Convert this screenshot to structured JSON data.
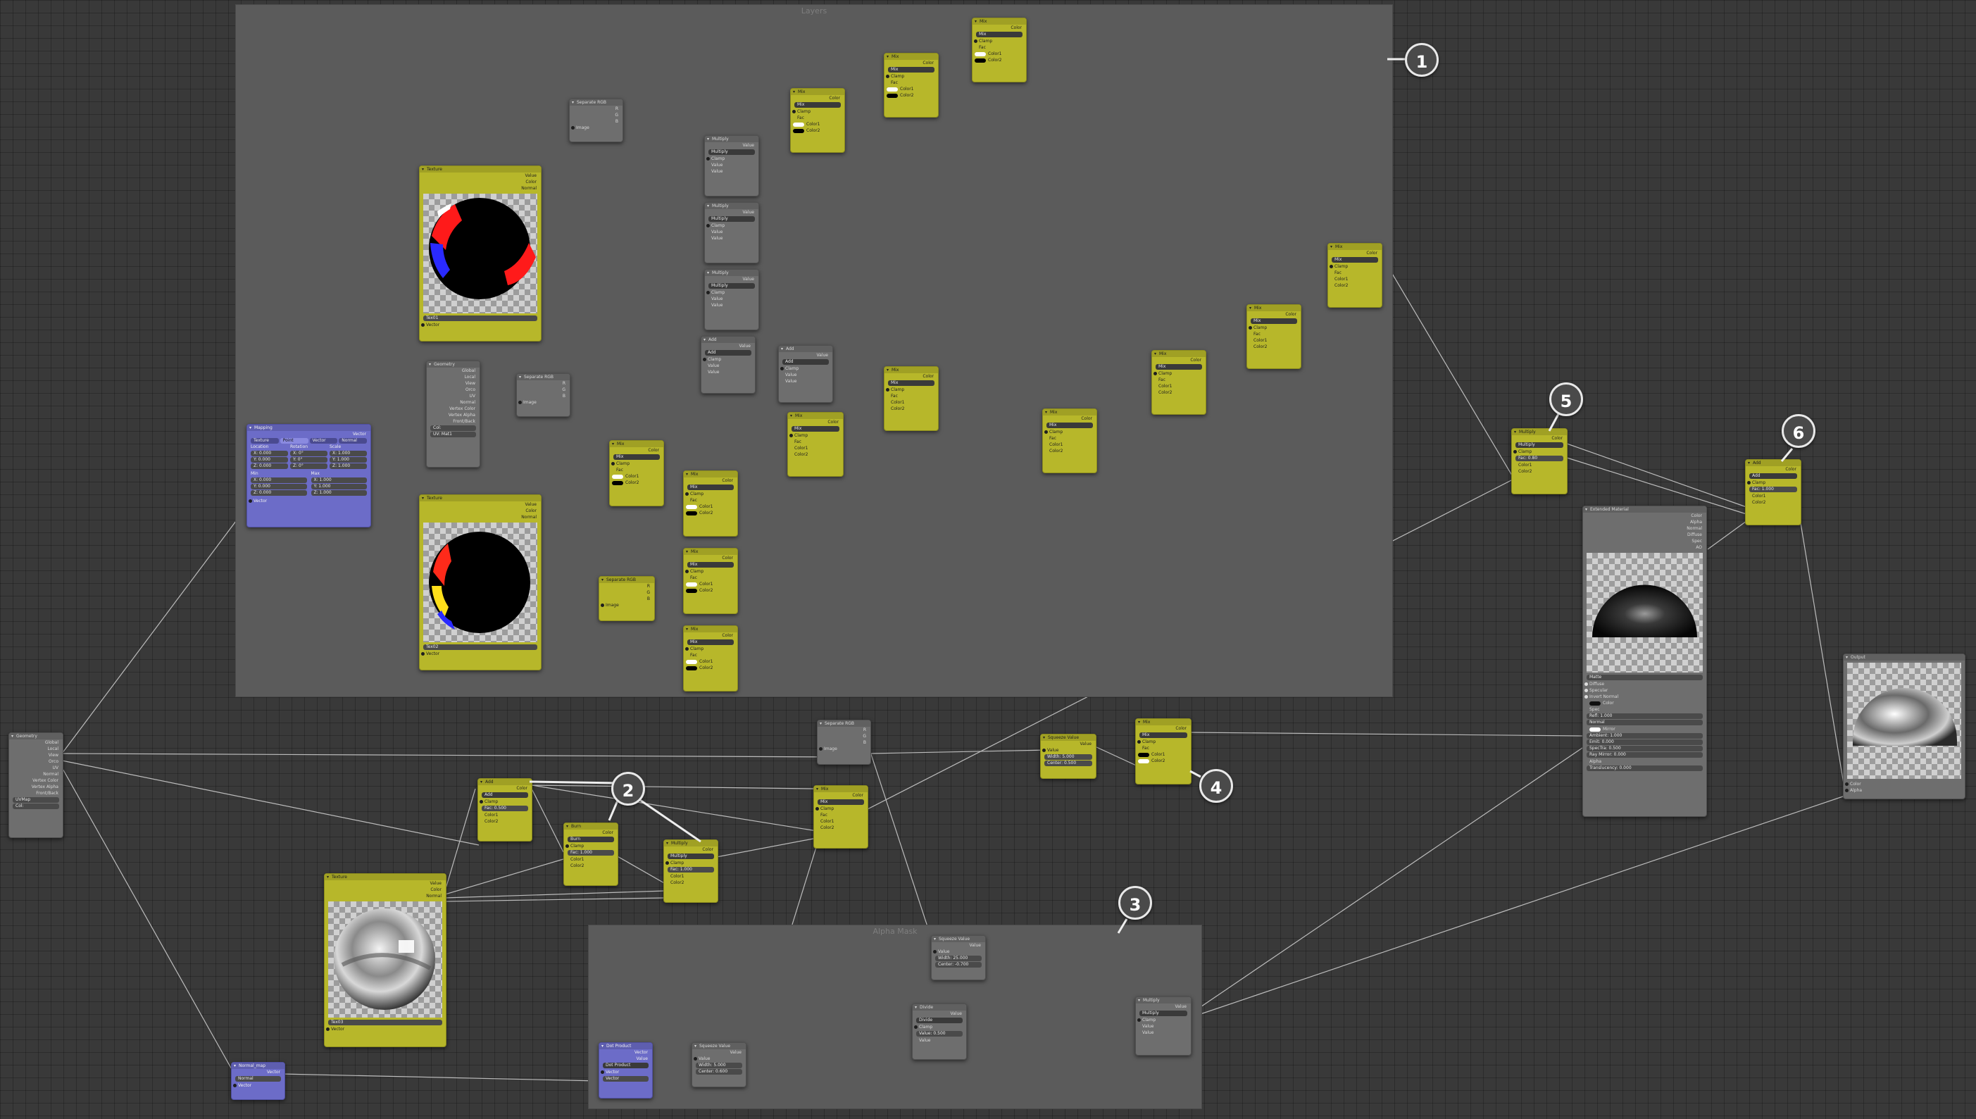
{
  "frames": {
    "layers": {
      "label": "Layers"
    },
    "alpha_mask": {
      "label": "Alpha Mask"
    }
  },
  "badges": [
    "1",
    "2",
    "3",
    "4",
    "5",
    "6"
  ],
  "mapping_node": {
    "title": "Mapping",
    "output": "Vector",
    "tabs": [
      "Texture",
      "Point",
      "Vector",
      "Normal"
    ],
    "col_headers": [
      "Location",
      "Rotation",
      "Scale"
    ],
    "loc": [
      "X: 0.000",
      "Y: 0.000",
      "Z: 0.000"
    ],
    "rot": [
      "X: 0°",
      "Y: 0°",
      "Z: 0°"
    ],
    "scale": [
      "X: 1.000",
      "Y: 1.000",
      "Z: 1.000"
    ],
    "min_label": "Min",
    "max_label": "Max",
    "min": [
      "X: 0.000",
      "Y: 0.000",
      "Z: 0.000"
    ],
    "max": [
      "X: 1.000",
      "Y: 1.000",
      "Z: 1.000"
    ],
    "input": "Vector"
  },
  "texture_node_1": {
    "title": "Texture",
    "outputs": [
      "Value",
      "Color",
      "Normal"
    ],
    "field": "Tex01",
    "input": "Vector"
  },
  "texture_node_2": {
    "title": "Texture",
    "outputs": [
      "Value",
      "Color",
      "Normal"
    ],
    "field": "Tex02",
    "input": "Vector"
  },
  "texture_node_3": {
    "title": "Texture",
    "outputs": [
      "Value",
      "Color",
      "Normal"
    ],
    "field": "Tex03",
    "input": "Vector"
  },
  "geometry_node_1": {
    "title": "Geometry",
    "outputs": [
      "Global",
      "Local",
      "View",
      "Orco",
      "UV",
      "Normal",
      "Vertex Color",
      "Vertex Alpha",
      "Front/Back"
    ],
    "field": "Col:",
    "field2": "UV: Mat1"
  },
  "geometry_node_2": {
    "title": "Geometry",
    "outputs": [
      "Global",
      "Local",
      "View",
      "Orco",
      "UV",
      "Normal",
      "Vertex Color",
      "Vertex Alpha",
      "Front/Back"
    ],
    "field": "UVMap",
    "field2": "Col:"
  },
  "separate_rgb": {
    "title": "Separate RGB",
    "outputs": [
      "R",
      "G",
      "B"
    ],
    "input": "Image"
  },
  "mix": {
    "title": "Mix",
    "output": "Color",
    "mode": "Mix",
    "clamp": "Clamp",
    "inputs": [
      "Fac",
      "Color1",
      "Color2"
    ]
  },
  "multiply_math": {
    "title": "Multiply",
    "output": "Value",
    "mode": "Multiply",
    "clamp": "Clamp",
    "inputs": [
      "Value",
      "Value"
    ]
  },
  "add_math": {
    "title": "Add",
    "output": "Value",
    "mode": "Add",
    "clamp": "Clamp",
    "inputs": [
      "Value",
      "Value"
    ]
  },
  "add_mix": {
    "title": "Add",
    "output": "Color",
    "mode": "Add",
    "clamp": "Clamp",
    "fac": "Fac: 0.500",
    "inputs": [
      "Color1",
      "Color2"
    ]
  },
  "burn_mix": {
    "title": "Burn",
    "output": "Color",
    "mode": "Burn",
    "clamp": "Clamp",
    "fac": "Fac: 1.000",
    "inputs": [
      "Color1",
      "Color2"
    ]
  },
  "multiply_mix": {
    "title": "Multiply",
    "output": "Color",
    "mode": "Multiply",
    "clamp": "Clamp",
    "fac": "Fac: 1.000",
    "inputs": [
      "Color1",
      "Color2"
    ]
  },
  "multiply_mix_5": {
    "title": "Multiply",
    "output": "Color",
    "mode": "Multiply",
    "clamp": "Clamp",
    "fac": "Fac: 0.80",
    "inputs": [
      "Color1",
      "Color2"
    ]
  },
  "add_mix_6": {
    "title": "Add",
    "output": "Color",
    "mode": "Add",
    "clamp": "Clamp",
    "fac": "Fac: 1.000",
    "inputs": [
      "Color1",
      "Color2"
    ]
  },
  "squeeze_value_4": {
    "title": "Squeeze Value",
    "output": "Value",
    "inputs": [
      "Value"
    ],
    "width": "Width: 5.000",
    "center": "Center: 0.500"
  },
  "mix_4": {
    "title": "Mix",
    "output": "Color",
    "mode": "Mix",
    "clamp": "Clamp",
    "inputs": [
      "Fac",
      "Color1",
      "Color2"
    ]
  },
  "squeeze_value_a": {
    "title": "Squeeze Value",
    "output": "Value",
    "inputs": [
      "Value"
    ],
    "width": "Width: 25.000",
    "center": "Center: -0.700"
  },
  "squeeze_value_b": {
    "title": "Squeeze Value",
    "output": "Value",
    "inputs": [
      "Value"
    ],
    "width": "Width: 5.000",
    "center": "Center: 0.600"
  },
  "divide_math": {
    "title": "Divide",
    "output": "Value",
    "mode": "Divide",
    "clamp": "Clamp",
    "inputs": [
      "Value"
    ],
    "value_field": "Value: 0.500"
  },
  "multiply_alpha": {
    "title": "Multiply",
    "output": "Value",
    "mode": "Multiply",
    "clamp": "Clamp",
    "inputs": [
      "Value",
      "Value"
    ]
  },
  "dot_product": {
    "title": "Dot Product",
    "outputs": [
      "Vector",
      "Value"
    ],
    "mode": "Dot Product",
    "inputs": [
      "Vector"
    ],
    "field": "Vector"
  },
  "normal_node": {
    "title": "Normal_map",
    "output": "Vector",
    "field": "Normal",
    "input": "Vector"
  },
  "extended_material": {
    "title": "Extended Material",
    "outputs": [
      "Color",
      "Alpha",
      "Normal",
      "Diffuse",
      "Spec",
      "AO"
    ],
    "material": "Matte",
    "checks": [
      "Diffuse",
      "Specular",
      "Invert Normal"
    ],
    "color_label": "Color",
    "spec_label": "Spec",
    "refl": "Refl: 1.000",
    "normal": "Normal",
    "mirror": "Mirror",
    "fields": [
      "Ambient: 1.000",
      "Emit: 0.000",
      "SpecTra: 0.500",
      "Ray Mirror: 0.000",
      "Alpha",
      "Translucency: 0.000"
    ]
  },
  "output_node": {
    "title": "Output",
    "inputs": [
      "Color",
      "Alpha"
    ]
  }
}
